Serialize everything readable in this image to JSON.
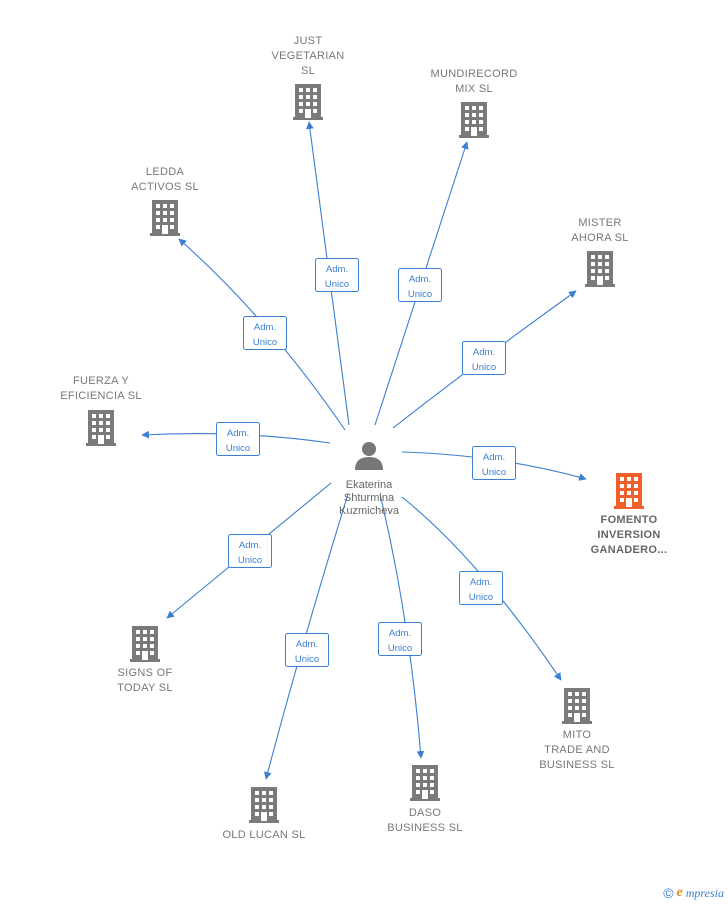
{
  "center": {
    "label_lines": [
      "Ekaterina",
      "Shturmina",
      "Kuzmicheva"
    ],
    "icon": "person-icon"
  },
  "edge_label_lines": [
    "Adm.",
    "Unico"
  ],
  "nodes": [
    {
      "id": "just-vegetarian",
      "label_lines": [
        "JUST",
        "VEGETARIAN",
        "SL"
      ],
      "highlight": false
    },
    {
      "id": "mundirecord-mix",
      "label_lines": [
        "MUNDIRECORD",
        "MIX  SL"
      ],
      "highlight": false
    },
    {
      "id": "ledda-activos",
      "label_lines": [
        "LEDDA",
        "ACTIVOS  SL"
      ],
      "highlight": false
    },
    {
      "id": "mister-ahora",
      "label_lines": [
        "MISTER",
        "AHORA  SL"
      ],
      "highlight": false
    },
    {
      "id": "fuerza-y-eficiencia",
      "label_lines": [
        "FUERZA Y",
        "EFICIENCIA  SL"
      ],
      "highlight": false
    },
    {
      "id": "fomento-inversion",
      "label_lines": [
        "FOMENTO",
        "INVERSION",
        "GANADERO..."
      ],
      "highlight": true
    },
    {
      "id": "signs-of-today",
      "label_lines": [
        "SIGNS OF",
        "TODAY  SL"
      ],
      "highlight": false
    },
    {
      "id": "mito-trade",
      "label_lines": [
        "MITO",
        "TRADE AND",
        "BUSINESS  SL"
      ],
      "highlight": false
    },
    {
      "id": "old-lucan",
      "label_lines": [
        "OLD LUCAN  SL"
      ],
      "highlight": false
    },
    {
      "id": "daso-business",
      "label_lines": [
        "DASO",
        "BUSINESS  SL"
      ],
      "highlight": false
    }
  ],
  "colors": {
    "edge": "#3a7fd0",
    "building": "#7a7a7a",
    "building_highlight": "#f0602a",
    "person": "#777777"
  },
  "footer": {
    "copyright": "©",
    "brand_initial": "e",
    "brand_rest": "mpresia"
  }
}
